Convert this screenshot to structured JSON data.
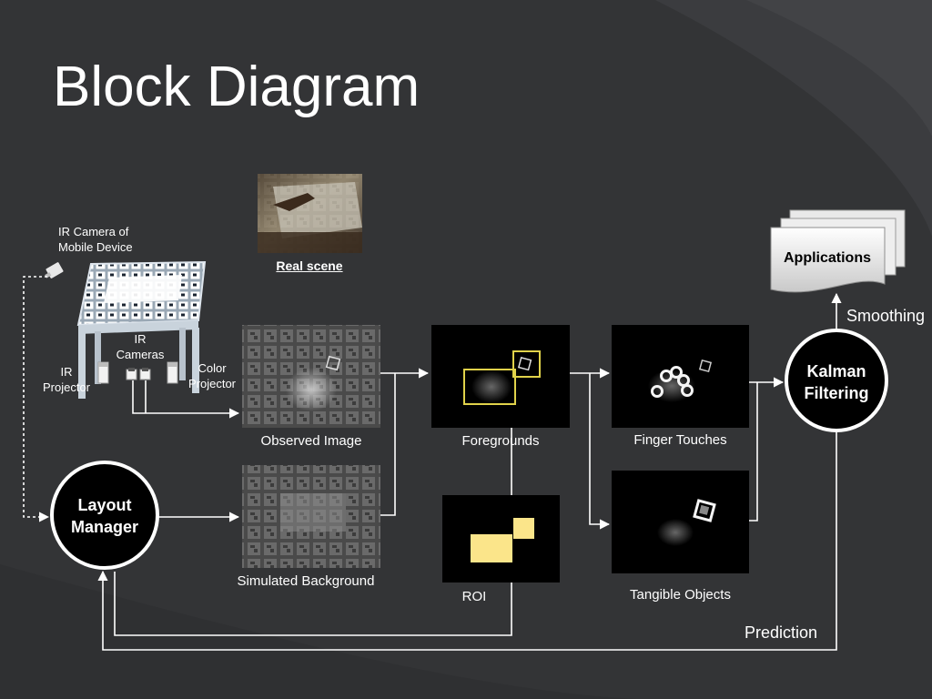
{
  "slide": {
    "title": "Block Diagram"
  },
  "labels": {
    "ir_camera_mobile_line1": "IR Camera of",
    "ir_camera_mobile_line2": "Mobile Device",
    "real_scene": "Real scene",
    "ir_cameras_line1": "IR",
    "ir_cameras_line2": "Cameras",
    "ir_projector_line1": "IR",
    "ir_projector_line2": "Projector",
    "color_projector_line1": "Color",
    "color_projector_line2": "Projector",
    "observed_image": "Observed Image",
    "simulated_background": "Simulated  Background",
    "foregrounds": "Foregrounds",
    "roi": "ROI",
    "finger_touches": "Finger Touches",
    "tangible_objects": "Tangible Objects",
    "applications": "Applications",
    "smoothing": "Smoothing",
    "prediction": "Prediction"
  },
  "nodes": {
    "kalman_line1": "Kalman",
    "kalman_line2": "Filtering",
    "layout_line1": "Layout",
    "layout_line2": "Manager"
  },
  "colors": {
    "background": "#333436",
    "highlight": "#e0d24a",
    "roi_fill": "#fbe58a"
  }
}
